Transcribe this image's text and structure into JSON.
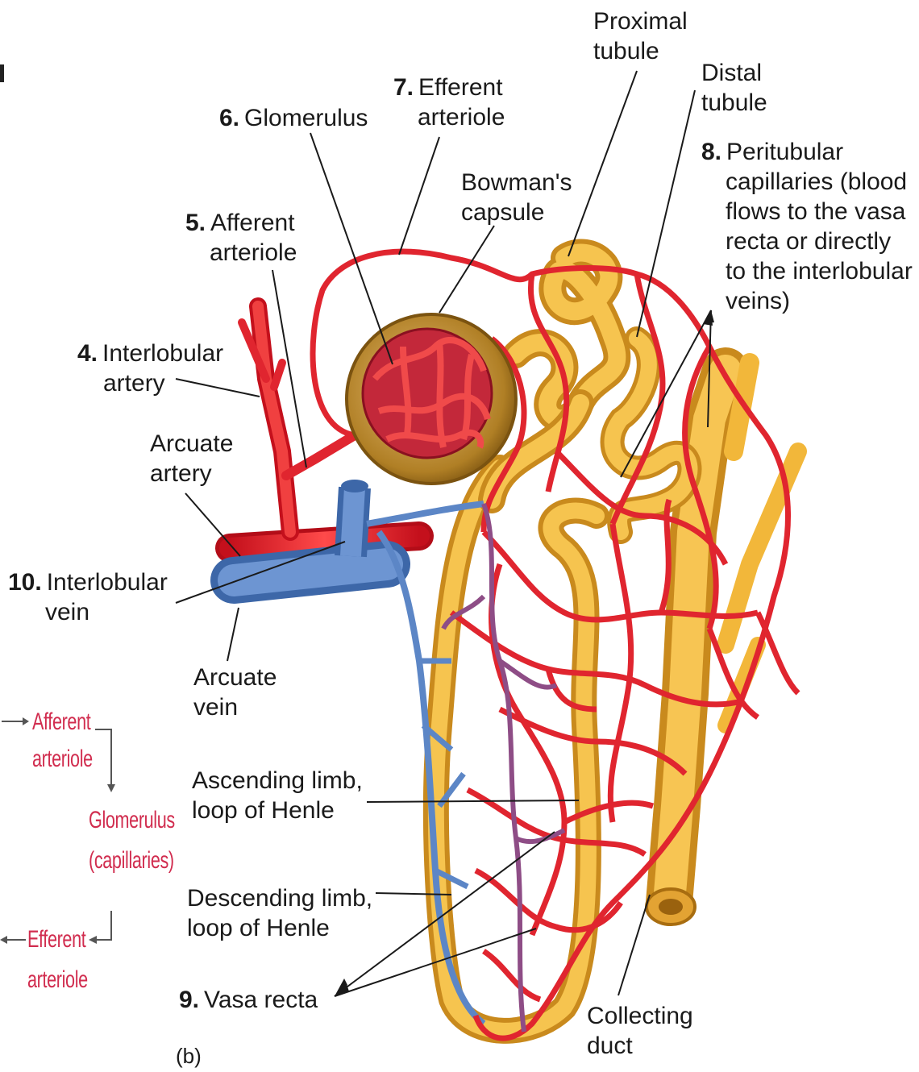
{
  "labels": {
    "proximal_tubule": [
      "Proximal",
      "tubule"
    ],
    "distal_tubule": [
      "Distal",
      "tubule"
    ],
    "efferent_arteriole": {
      "num": "7.",
      "lines": [
        "Efferent",
        "arteriole"
      ]
    },
    "glomerulus": {
      "num": "6.",
      "text": "Glomerulus"
    },
    "bowmans_capsule": [
      "Bowman's",
      "capsule"
    ],
    "peritubular_capillaries": {
      "num": "8.",
      "lines": [
        "Peritubular",
        "capillaries (blood",
        "flows to the vasa",
        "recta or directly",
        "to the interlobular",
        "veins)"
      ]
    },
    "afferent_arteriole": {
      "num": "5.",
      "lines": [
        "Afferent",
        "arteriole"
      ]
    },
    "interlobular_artery": {
      "num": "4.",
      "lines": [
        "Interlobular",
        "artery"
      ]
    },
    "arcuate_artery": [
      "Arcuate",
      "artery"
    ],
    "interlobular_vein": {
      "num": "10.",
      "lines": [
        "Interlobular",
        "vein"
      ]
    },
    "arcuate_vein": [
      "Arcuate",
      "vein"
    ],
    "ascending_limb": [
      "Ascending limb,",
      "loop of Henle"
    ],
    "descending_limb": [
      "Descending limb,",
      "loop of Henle"
    ],
    "vasa_recta": {
      "num": "9.",
      "text": "Vasa recta"
    },
    "collecting_duct": [
      "Collecting",
      "duct"
    ],
    "panel": "(b)"
  },
  "flow_chart": {
    "afferent": [
      "Afferent",
      "arteriole"
    ],
    "glomerulus": [
      "Glomerulus",
      "(capillaries)"
    ],
    "efferent": [
      "Efferent",
      "arteriole"
    ]
  },
  "colors": {
    "artery_red": "#e0252f",
    "tubule_yellow": "#f2b73a",
    "vein_blue": "#5c86c6",
    "capsule_brown": "#a5761f",
    "flow_text": "#d12d4f"
  }
}
